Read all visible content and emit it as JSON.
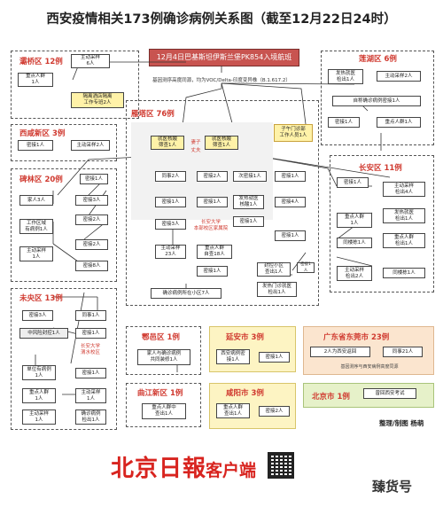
{
  "title": "西安疫情相关173例确诊病例关系图（截至12月22日24时）",
  "source": "12月4日巴基斯坦伊斯兰堡PK854入境航班",
  "gene_note": "基因测序高度同源，均为VOC/Delta-印度变异株（B.1.617.2）",
  "zones": {
    "baqiao": "灞桥区 12例",
    "yanta": "雁塔区 76例",
    "lianhu": "莲湖区 6例",
    "xixian": "西咸新区 3例",
    "beilin": "碑林区 20例",
    "changan": "长安区 11例",
    "weiyang": "未央区 13例",
    "ezhou": "鄠邑区 1例",
    "yanan": "延安市 3例",
    "guangdong": "广东省东莞市 23例",
    "qujiang": "曲江新区 1例",
    "xianyang": "咸阳市 3例",
    "beijing": "北京市 1例"
  },
  "nodes": {
    "bq_mgr": "重点人群\n1人",
    "bq_sample": "主动采样\n6人",
    "bq_hotel": "隔离酒店隔离\n工作专班2人",
    "xx_close": "密接1人",
    "xx_sample": "主动采样2人",
    "bl_close1": "密接1人",
    "bl_family": "家人3人",
    "bl_close3": "密接3人",
    "bl_work": "工作区域\n有病例1人",
    "bl_close2": "密接2人",
    "bl_active": "主动采样\n1人",
    "bl_close8": "密接8人",
    "yt_fever1": "就医核酸\n筛查1人",
    "yt_fever2": "就医核酸\n筛查1人",
    "yt_wife": "妻子",
    "yt_husband": "丈夫",
    "yt_same2": "同事2人",
    "yt_close2": "密接2人",
    "yt_sec1": "次密接1人",
    "yt_close1a": "密接1人",
    "yt_close1b": "密接1人",
    "yt_fever3": "发热就医\n核酸1人",
    "yt_close4": "密接4人",
    "yt_close1c": "密接1人",
    "yt_close3": "密接3人",
    "yt_close1d": "密接1人",
    "yt_close1e": "密接1人",
    "yt_close1f": "密接1人",
    "yt_active23": "主动采样\n23人",
    "yt_mgr18": "重点人群\n自查18人",
    "yt_close1g": "密接1人",
    "yt_sealed": "封控小区\n查出1人",
    "yt_clinic": "发热门诊就医\n检出1人",
    "yt_close1h": "密接1人",
    "yt_rzbl": "确诊病例所在小区7人",
    "yt_fever4": "发热就医\n检出1人",
    "yt_note": "长安大学\n本部校区家属院",
    "lh_fever1": "发热就医\n检出1人",
    "lh_active": "主动采样2人",
    "lh_closeinfo": "自称确诊病例密接1人",
    "lh_close1": "密接1人",
    "lh_mgr": "重点人群1人",
    "child_note": "子午门诊部\n工作人员1人",
    "ca_active4": "主动采样\n检出4人",
    "ca_mgr1": "重点人群\n1人",
    "ca_fever1": "发热就医\n检出1人",
    "ca_same": "同楼栋1人",
    "ca_active2": "主动采样\n检出2人",
    "ca_mgr2": "重点人群\n检出1人",
    "ca_close1": "密接1人",
    "ca_same2": "同楼栋1人",
    "wy_close3": "密接3人",
    "wy_same": "同事1人",
    "wy_kitchen": "中风险封控1人",
    "wy_close1a": "密接1人",
    "wy_unit": "单位有病例\n1人",
    "wy_mgr": "重点人群\n1人",
    "wy_active": "主动采样\n1人",
    "wy_fever": "确诊病例\n检出1人",
    "wy_note": "长安大学\n渭水校区",
    "ez_family": "家人与确诊病例\n共同装修1人",
    "ya_close": "西安病例密\n接1人",
    "ya_close2": "密接1人",
    "gd_two": "2人为西安返回",
    "gd_same": "同事21人",
    "gd_note": "基因测序与西安病例高度同源",
    "qj_mgr": "重点人群中\n查出1人",
    "xy_mgr": "重点人群\n查出1人",
    "xy_close": "密接2人",
    "bj_return": "曾回西安考试"
  },
  "credit": "整理/制图 杨萌",
  "logo_text": "北京日報",
  "logo_sub": "客户端",
  "brand": "臻货号"
}
